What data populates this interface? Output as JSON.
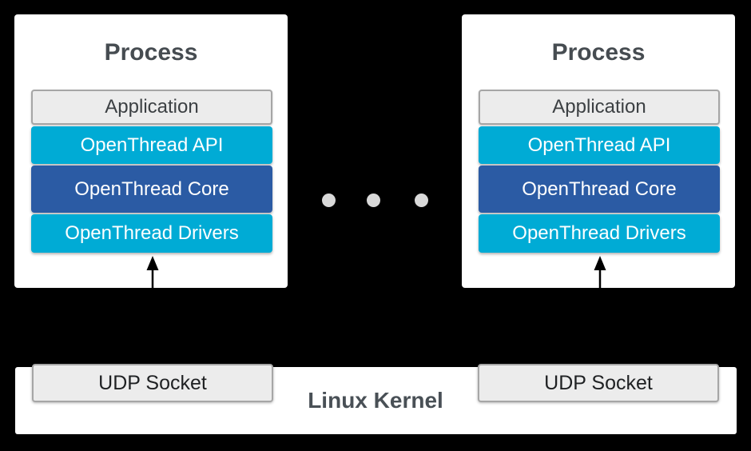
{
  "palette": {
    "bg": "#000000",
    "card": "#ffffff",
    "cyan": "#00abd5",
    "blue": "#2b5ba4",
    "box-gray": "#ececec",
    "box-border": "#a6a6a6",
    "title-text": "#464c51",
    "dark-text": "#3c4043",
    "udp-text": "#1f2123",
    "white-text": "#ffffff",
    "dot": "#d9d9d9",
    "arrow": "#000000",
    "kernel-text": "#495056"
  },
  "process_left": {
    "title": "Process",
    "layers": [
      {
        "label": "Application"
      },
      {
        "label": "OpenThread API"
      },
      {
        "label": "OpenThread Core"
      },
      {
        "label": "OpenThread Drivers"
      }
    ]
  },
  "process_right": {
    "title": "Process",
    "layers": [
      {
        "label": "Application"
      },
      {
        "label": "OpenThread API"
      },
      {
        "label": "OpenThread Core"
      },
      {
        "label": "OpenThread Drivers"
      }
    ]
  },
  "kernel": {
    "title": "Linux Kernel",
    "udp_left": "UDP Socket",
    "udp_right": "UDP Socket"
  }
}
